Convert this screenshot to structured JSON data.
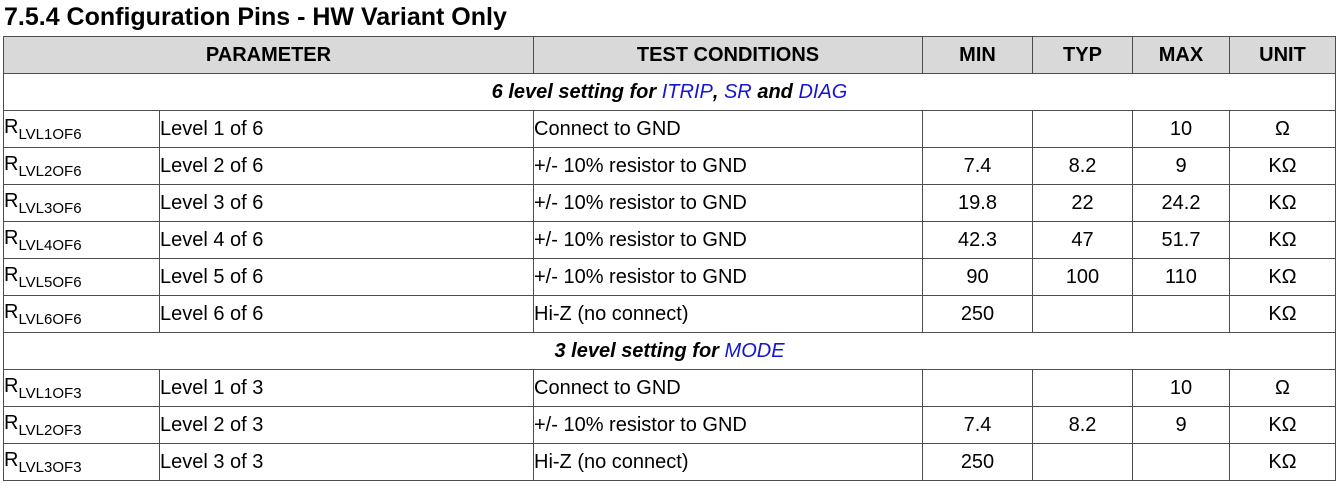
{
  "title": "7.5.4 Configuration Pins - HW Variant Only",
  "columns": {
    "parameter": "PARAMETER",
    "test_conditions": "TEST CONDITIONS",
    "min": "MIN",
    "typ": "TYP",
    "max": "MAX",
    "unit": "UNIT"
  },
  "section1": {
    "prefix": "6 level setting for ",
    "link1": "ITRIP",
    "sep1": ", ",
    "link2": "SR",
    "sep2": " and ",
    "link3": "DIAG"
  },
  "section2": {
    "prefix": "3 level setting for ",
    "link1": "MODE"
  },
  "rows6": [
    {
      "sym": "R",
      "sub": "LVL1OF6",
      "param": "Level 1 of 6",
      "cond": "Connect to GND",
      "min": "",
      "typ": "",
      "max": "10",
      "unit": "Ω"
    },
    {
      "sym": "R",
      "sub": "LVL2OF6",
      "param": "Level 2 of 6",
      "cond": "+/- 10% resistor to GND",
      "min": "7.4",
      "typ": "8.2",
      "max": "9",
      "unit": "KΩ"
    },
    {
      "sym": "R",
      "sub": "LVL3OF6",
      "param": "Level 3 of 6",
      "cond": "+/- 10% resistor to GND",
      "min": "19.8",
      "typ": "22",
      "max": "24.2",
      "unit": "KΩ"
    },
    {
      "sym": "R",
      "sub": "LVL4OF6",
      "param": "Level 4 of 6",
      "cond": "+/- 10% resistor to GND",
      "min": "42.3",
      "typ": "47",
      "max": "51.7",
      "unit": "KΩ"
    },
    {
      "sym": "R",
      "sub": "LVL5OF6",
      "param": "Level 5 of 6",
      "cond": "+/- 10% resistor to GND",
      "min": "90",
      "typ": "100",
      "max": "110",
      "unit": "KΩ"
    },
    {
      "sym": "R",
      "sub": "LVL6OF6",
      "param": "Level 6 of 6",
      "cond": "Hi-Z (no connect)",
      "min": "250",
      "typ": "",
      "max": "",
      "unit": "KΩ"
    }
  ],
  "rows3": [
    {
      "sym": "R",
      "sub": "LVL1OF3",
      "param": "Level 1 of 3",
      "cond": "Connect to GND",
      "min": "",
      "typ": "",
      "max": "10",
      "unit": "Ω"
    },
    {
      "sym": "R",
      "sub": "LVL2OF3",
      "param": "Level 2 of 3",
      "cond": "+/- 10% resistor to GND",
      "min": "7.4",
      "typ": "8.2",
      "max": "9",
      "unit": "KΩ"
    },
    {
      "sym": "R",
      "sub": "LVL3OF3",
      "param": "Level 3 of 3",
      "cond": "Hi-Z (no connect)",
      "min": "250",
      "typ": "",
      "max": "",
      "unit": "KΩ"
    }
  ]
}
